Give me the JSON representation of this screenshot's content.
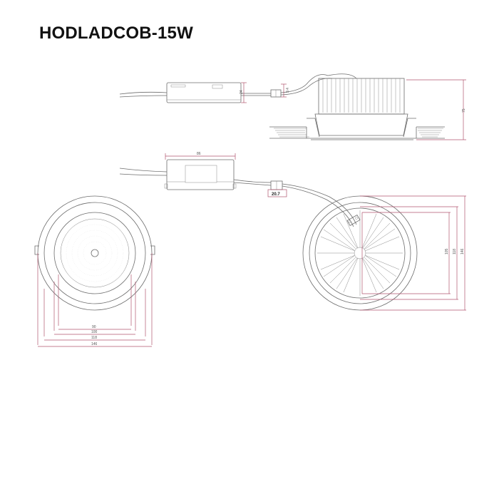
{
  "title": "HODLADCOB-15W",
  "dimensions": {
    "driver_height_top": "24",
    "connector_height": "9.4",
    "total_height": "75",
    "driver_length": "86",
    "connector_width": "20.7",
    "front_d1": "90",
    "front_d2": "100",
    "front_d3": "118",
    "front_d4": "146",
    "back_d1": "105",
    "back_d2": "118",
    "back_d3": "146"
  }
}
